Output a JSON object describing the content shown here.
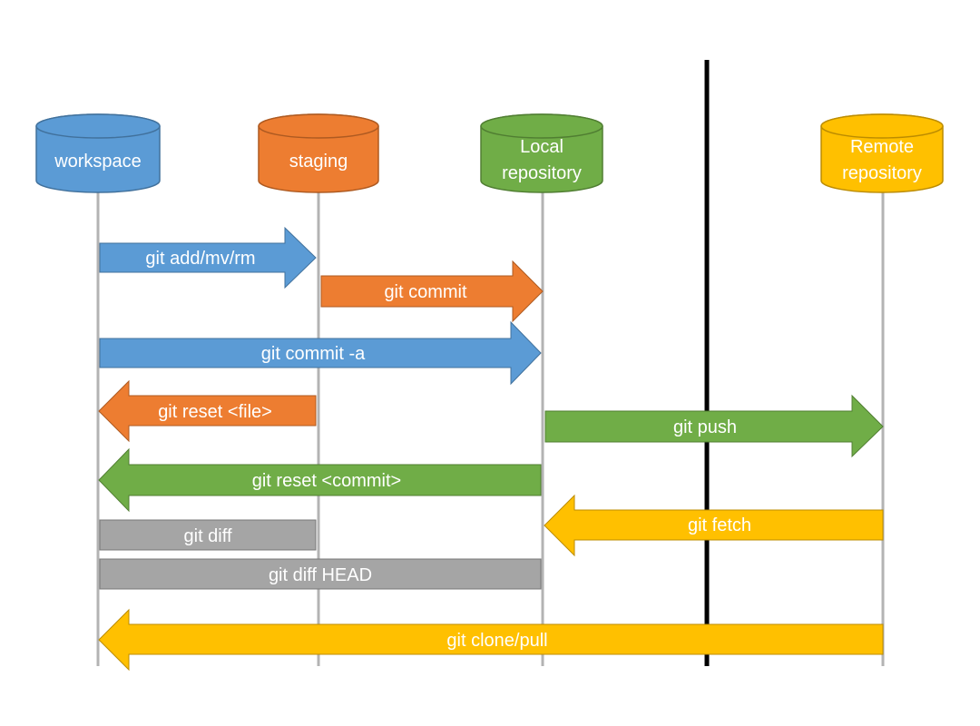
{
  "colors": {
    "blue": "#5b9bd5",
    "orange": "#ed7d31",
    "green": "#70ad47",
    "yellow": "#ffc000",
    "gray": "#a5a5a5",
    "lifeline": "#b3b3b3",
    "divider": "#000000"
  },
  "nodes": {
    "workspace": {
      "label_lines": [
        "workspace"
      ],
      "color": "blue"
    },
    "staging": {
      "label_lines": [
        "staging"
      ],
      "color": "orange"
    },
    "local": {
      "label_lines": [
        "Local",
        "repository"
      ],
      "color": "green"
    },
    "remote": {
      "label_lines": [
        "Remote",
        "repository"
      ],
      "color": "yellow"
    }
  },
  "operations": [
    {
      "id": "git-add",
      "label": "git add/mv/rm",
      "from": "workspace",
      "to": "staging",
      "color": "blue",
      "shape": "arrow-right"
    },
    {
      "id": "git-commit",
      "label": "git commit",
      "from": "staging",
      "to": "local",
      "color": "orange",
      "shape": "arrow-right"
    },
    {
      "id": "git-commit-a",
      "label": "git commit -a",
      "from": "workspace",
      "to": "local",
      "color": "blue",
      "shape": "arrow-right"
    },
    {
      "id": "git-reset-file",
      "label": "git reset <file>",
      "from": "staging",
      "to": "workspace",
      "color": "orange",
      "shape": "arrow-left"
    },
    {
      "id": "git-push",
      "label": "git push",
      "from": "local",
      "to": "remote",
      "color": "green",
      "shape": "arrow-right"
    },
    {
      "id": "git-reset-commit",
      "label": "git reset <commit>",
      "from": "local",
      "to": "workspace",
      "color": "green",
      "shape": "arrow-left"
    },
    {
      "id": "git-fetch",
      "label": "git fetch",
      "from": "remote",
      "to": "local",
      "color": "yellow",
      "shape": "arrow-left"
    },
    {
      "id": "git-diff",
      "label": "git diff",
      "from": "workspace",
      "to": "staging",
      "color": "gray",
      "shape": "bar"
    },
    {
      "id": "git-diff-head",
      "label": "git diff HEAD",
      "from": "workspace",
      "to": "local",
      "color": "gray",
      "shape": "bar"
    },
    {
      "id": "git-clone-pull",
      "label": "git clone/pull",
      "from": "remote",
      "to": "workspace",
      "color": "yellow",
      "shape": "arrow-left"
    }
  ]
}
